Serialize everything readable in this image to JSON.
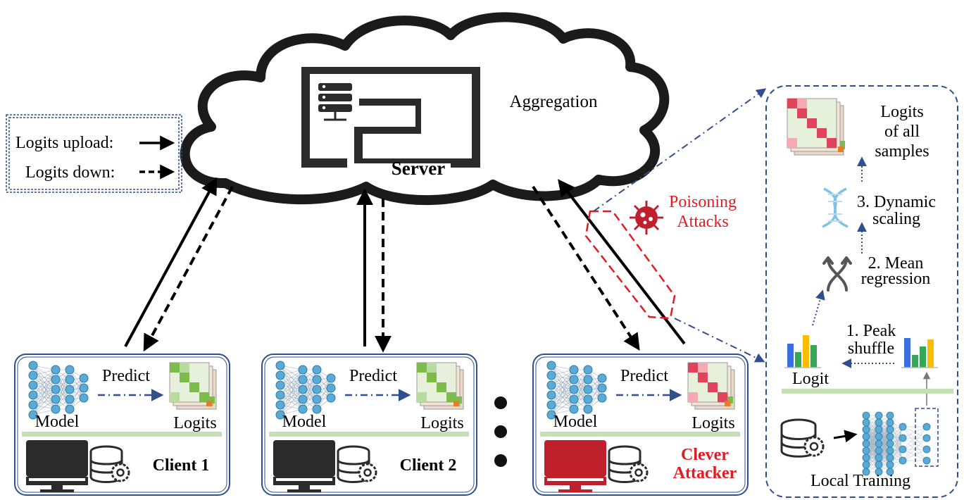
{
  "server": {
    "label": "Server",
    "aggregation": "Aggregation"
  },
  "legend": {
    "upload": "Logits upload:",
    "down": "Logits down:"
  },
  "clients": [
    {
      "model": "Model",
      "predict": "Predict",
      "logits": "Logits",
      "name_line1": "Client 1",
      "name_line2": ""
    },
    {
      "model": "Model",
      "predict": "Predict",
      "logits": "Logits",
      "name_line1": "Client 2",
      "name_line2": ""
    },
    {
      "model": "Model",
      "predict": "Predict",
      "logits": "Logits",
      "name_line1": "Clever",
      "name_line2": "Attacker"
    }
  ],
  "attack": {
    "line1": "Poisoning",
    "line2": "Attacks"
  },
  "detail": {
    "logits_all": [
      "Logits",
      "of all",
      "samples"
    ],
    "step3": [
      "3. Dynamic",
      "scaling"
    ],
    "step2": [
      "2. Mean",
      "regression"
    ],
    "step1": [
      "1. Peak",
      "shuffle"
    ],
    "logit": "Logit",
    "local_training": "Local Training"
  },
  "colors": {
    "panel_border": "#2f4f8f",
    "attacker_red": "#e31b23",
    "matrix_green": "#7dbb4a",
    "matrix_red": "#e0435a",
    "divider_green": "#c5e0b4",
    "node_blue": "#5aaad6",
    "icon_dark": "#2b2b2b",
    "attacker_monitor": "#c01f2c"
  }
}
